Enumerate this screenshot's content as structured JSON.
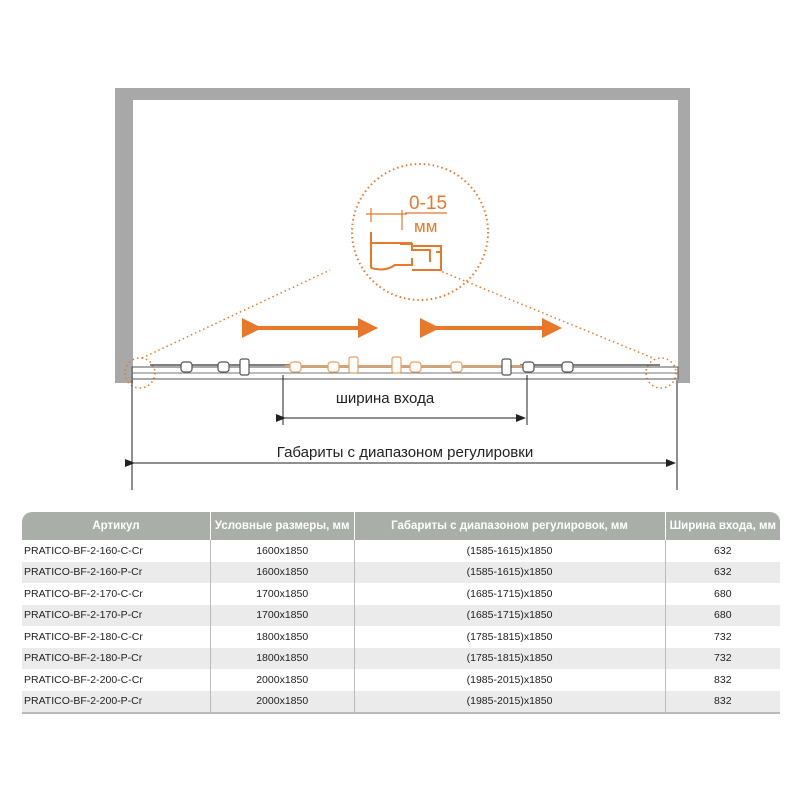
{
  "diagram": {
    "detail_label_value": "0-15",
    "detail_label_unit": "мм",
    "entry_width_label": "ширина входа",
    "overall_label": "Габариты с диапазоном регулировки",
    "accent_color": "#e8792a",
    "wall_color": "#a8a8a8"
  },
  "table": {
    "headers": [
      "Артикул",
      "Условные размеры, мм",
      "Габариты с диапазоном регулировок, мм",
      "Ширина входа, мм"
    ],
    "rows": [
      [
        "PRATICO-BF-2-160-C-Cr",
        "1600x1850",
        "(1585-1615)x1850",
        "632"
      ],
      [
        "PRATICO-BF-2-160-P-Cr",
        "1600x1850",
        "(1585-1615)x1850",
        "632"
      ],
      [
        "PRATICO-BF-2-170-C-Cr",
        "1700x1850",
        "(1685-1715)x1850",
        "680"
      ],
      [
        "PRATICO-BF-2-170-P-Cr",
        "1700x1850",
        "(1685-1715)x1850",
        "680"
      ],
      [
        "PRATICO-BF-2-180-C-Cr",
        "1800x1850",
        "(1785-1815)x1850",
        "732"
      ],
      [
        "PRATICO-BF-2-180-P-Cr",
        "1800x1850",
        "(1785-1815)x1850",
        "732"
      ],
      [
        "PRATICO-BF-2-200-C-Cr",
        "2000x1850",
        "(1985-2015)x1850",
        "832"
      ],
      [
        "PRATICO-BF-2-200-P-Cr",
        "2000x1850",
        "(1985-2015)x1850",
        "832"
      ]
    ]
  }
}
